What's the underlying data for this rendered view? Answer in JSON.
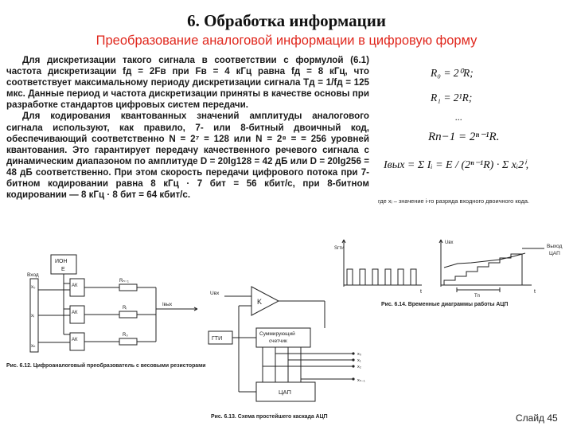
{
  "slide": {
    "title": "6. Обработка информации",
    "subtitle": "Преобразование аналоговой информации в цифровую форму",
    "paragraph1": "Для дискретизации такого сигнала в соответствии с формулой (6.1) частота дискретизации fд = 2Fв при Fв = 4 кГц равна fд = 8 кГц, что соответствует максимальному периоду дискретизации сигнала Tд = 1/fд = 125 мкс. Данные период и частота дискретизации приняты в качестве основы при разработке стандартов цифровых систем передачи.",
    "paragraph2": "Для кодирования квантованных значений амплитуды аналогового сигнала используют, как правило, 7- или 8-битный двоичный код, обеспечивающий соответственно N = 2⁷ = 128 или N = 2⁸ = = 256 уровней квантования. Это гарантирует передачу качественного речевого сигнала с динамическим диапазоном по амплитуде D = 20lg128 = 42 дБ или D = 20lg256 = 48 дБ соответственно. При этом скорость передачи цифрового потока при 7-битном кодировании равна 8 кГц · 7 бит = 56 кбит/с, при 8-битном кодировании — 8 кГц · 8 бит = 64 кбит/с.",
    "formula1": "R₀ = 2⁰R;",
    "formula2": "R₁ = 2¹R;",
    "formula_dots": "...",
    "formula3": "Rn−1 = 2ⁿ⁻¹R.",
    "formula4": "Iвых = Σ Iᵢ = E / (2ⁿ⁻¹R) · Σ xᵢ2ⁱ,",
    "formula_note": "где xᵢ – значение i-го разряда входного двоичного кода.",
    "caption_612": "Рис. 6.12. Цифроаналоговый преобразователь с весовыми резисторами",
    "caption_613": "Рис. 6.13. Схема простейшего каскада АЦП",
    "caption_614": "Рис. 6.14. Временные диаграммы работы АЦП",
    "slide_number": "Слайд 45"
  },
  "fig612": {
    "ion": "ИОН",
    "ion2": "Е",
    "input": "Вход",
    "x0": "x₀",
    "xi": "xᵢ",
    "xn": "xₙ",
    "ak": "АК",
    "r0": "Rₙ₋₁",
    "ri": "Rᵢ",
    "rn": "R₀",
    "iout": "Iвых"
  },
  "fig613": {
    "uin": "Uвх",
    "k": "K",
    "gti": "ГТИ",
    "counter1": "Суммирующий",
    "counter2": "счетчик",
    "dac": "ЦАП",
    "x0": "x₀",
    "x1": "x₁",
    "x2": "x₂",
    "xn1": "xₙ₋₁"
  },
  "fig614": {
    "sgti": "Sгти",
    "uin": "Uвх",
    "out1": "Выход",
    "out2": "ЦАП",
    "t": "t",
    "tp": "Tп"
  }
}
